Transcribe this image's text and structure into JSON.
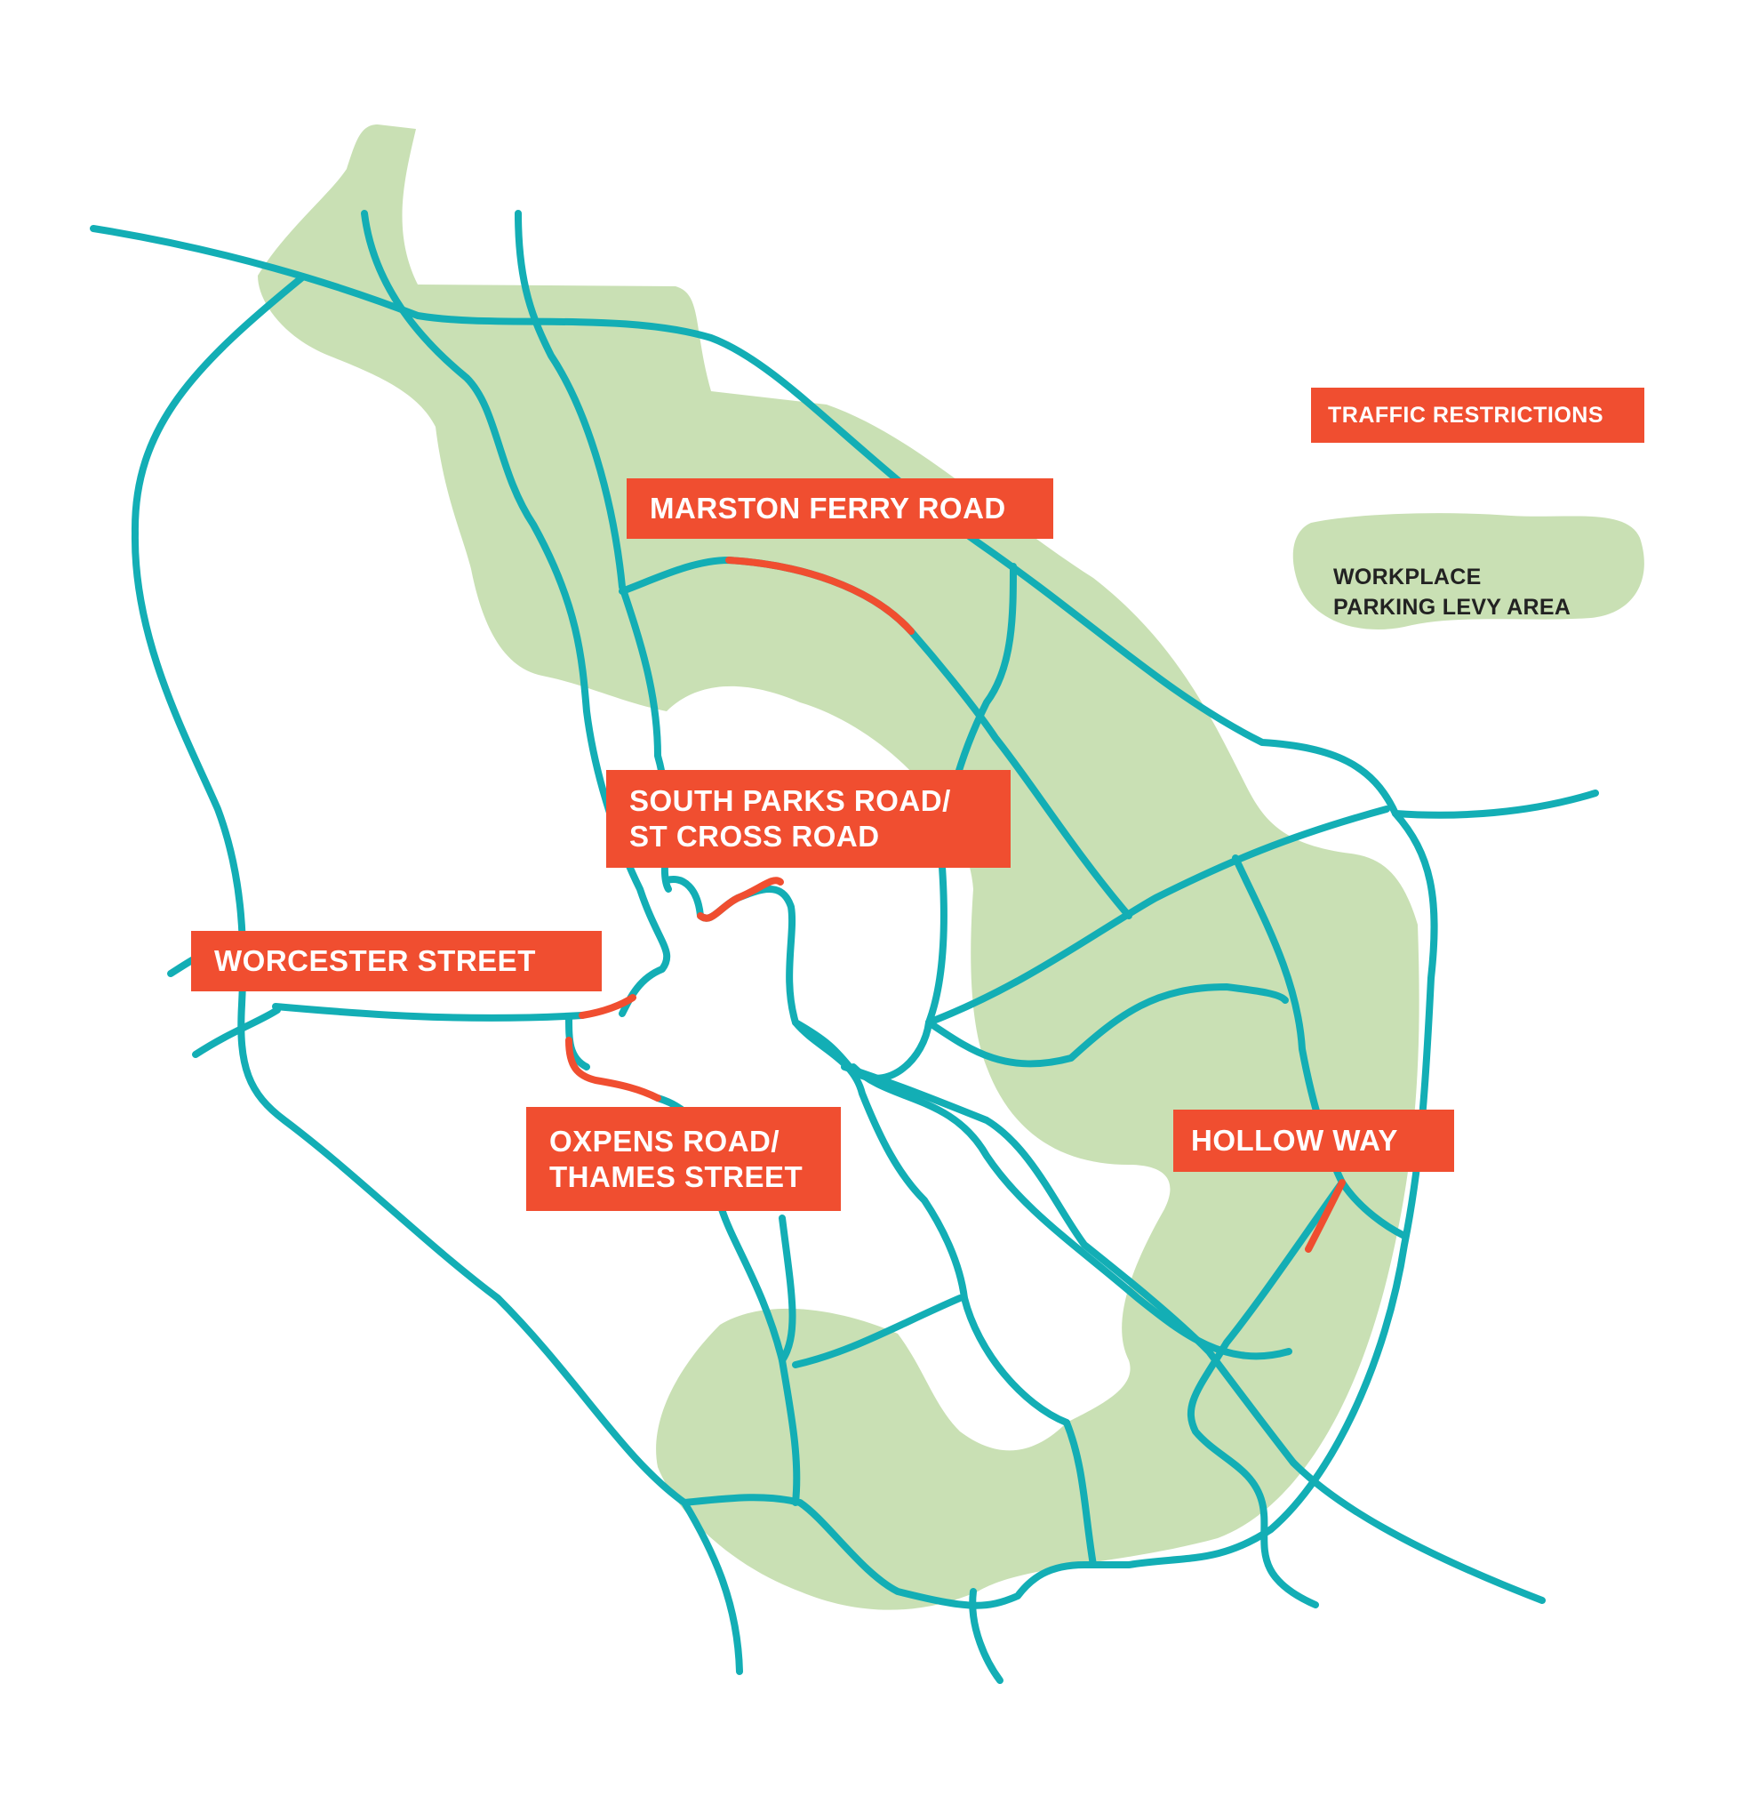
{
  "colors": {
    "road": "#13aeb5",
    "restriction": "#f04e30",
    "levy_area": "#c9e0b4",
    "label_text": "#ffffff",
    "legend_text": "#222222"
  },
  "labels": {
    "marston_ferry_road": "MARSTON FERRY ROAD",
    "south_parks_road": "SOUTH PARKS ROAD/\nST CROSS ROAD",
    "worcester_street": "WORCESTER STREET",
    "oxpens_road": "OXPENS ROAD/\nTHAMES STREET",
    "hollow_way": "HOLLOW WAY"
  },
  "legend": {
    "traffic_restrictions": "TRAFFIC RESTRICTIONS",
    "workplace_parking_levy_area": "WORKPLACE\nPARKING LEVY AREA"
  }
}
